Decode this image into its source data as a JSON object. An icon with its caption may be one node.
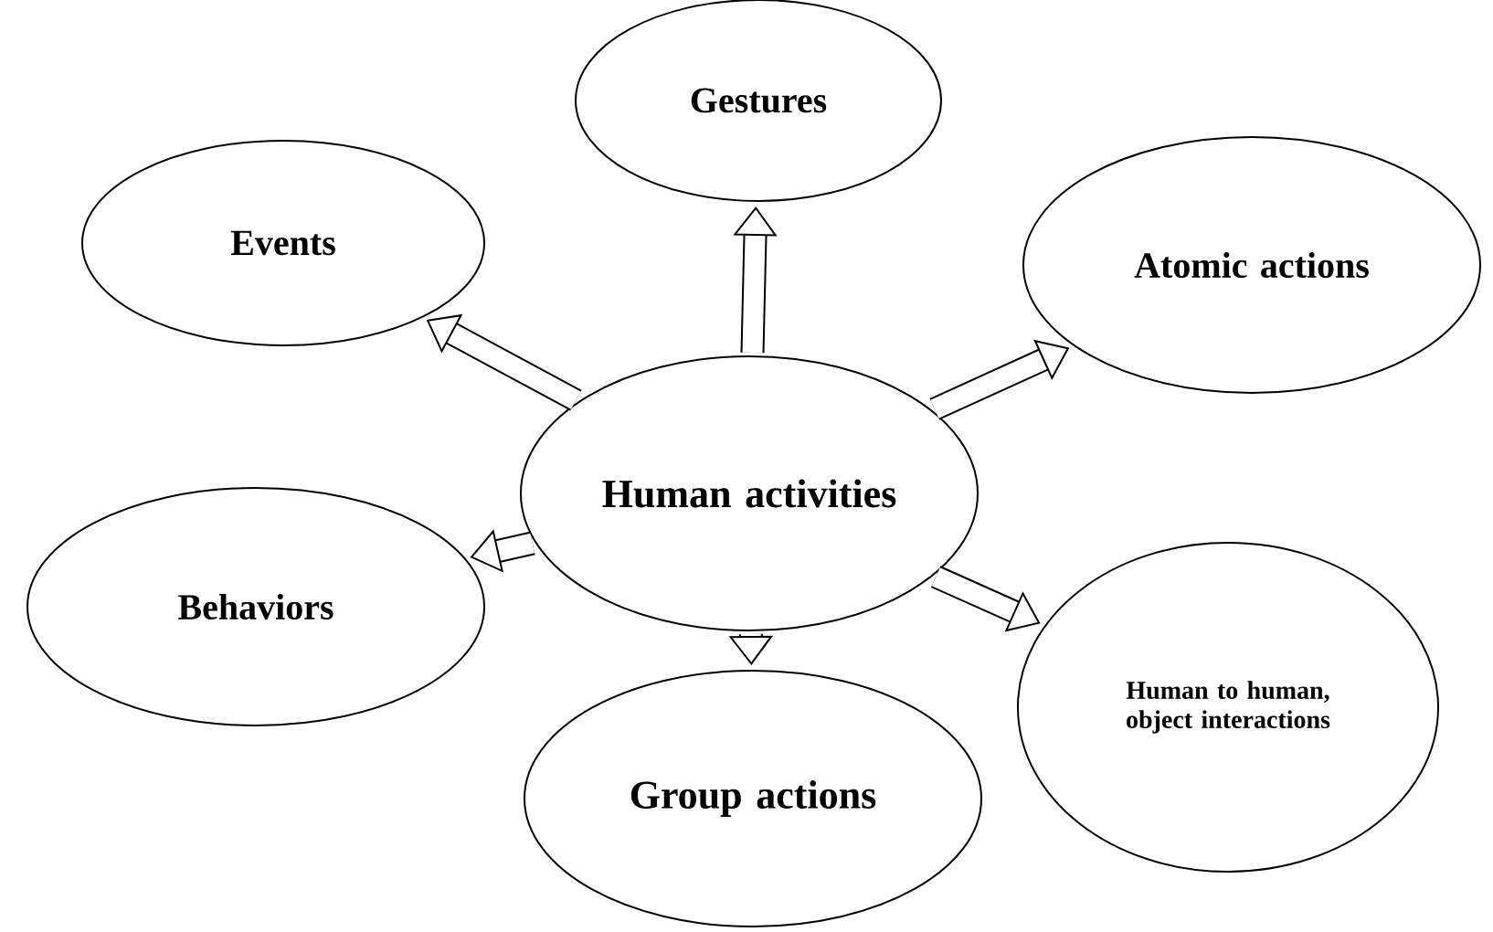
{
  "diagram": {
    "nodes": [
      {
        "text": [
          "Gestures"
        ]
      },
      {
        "text": [
          "Events"
        ]
      },
      {
        "text": [
          "Atomic actions"
        ]
      },
      {
        "text": [
          "Human activities"
        ]
      },
      {
        "text": [
          "Behaviors"
        ]
      },
      {
        "text": [
          "Human to human, object interactions"
        ]
      },
      {
        "text": [
          "Group actions"
        ]
      }
    ],
    "edges": [
      {
        "from": 3,
        "to": 0,
        "arrow": "to"
      },
      {
        "from": 3,
        "to": 1,
        "arrow": "to"
      },
      {
        "from": 3,
        "to": 2,
        "arrow": "to"
      },
      {
        "from": 3,
        "to": 4,
        "arrow": "to"
      },
      {
        "from": 3,
        "to": 5,
        "arrow": "to"
      },
      {
        "from": 3,
        "to": 6,
        "arrow": "to"
      }
    ]
  }
}
